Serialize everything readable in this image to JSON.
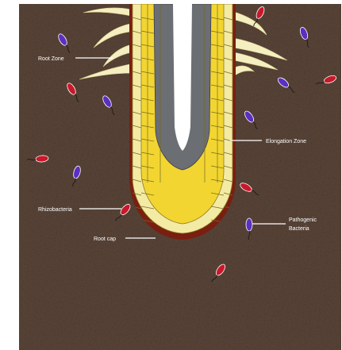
{
  "labels": {
    "root_zone": "Root Zone",
    "elongation_zone": "Elongation Zone",
    "rhizobacteria": "Rhizobacteria",
    "root_cap": "Root cap",
    "pathogenic_line1": "Pathogenic",
    "pathogenic_line2": "Bacteria"
  },
  "colors": {
    "soil": "#5a4538",
    "root_cap": "#7a1f10",
    "outer_cells": "#f3eaa4",
    "cortex_cells": "#f2d531",
    "vascular": "#6b6e72",
    "beneficial_bacteria": "#c9182a",
    "pathogenic_bacteria": "#5b2fc0",
    "root_hairs": "#f4eec0"
  }
}
